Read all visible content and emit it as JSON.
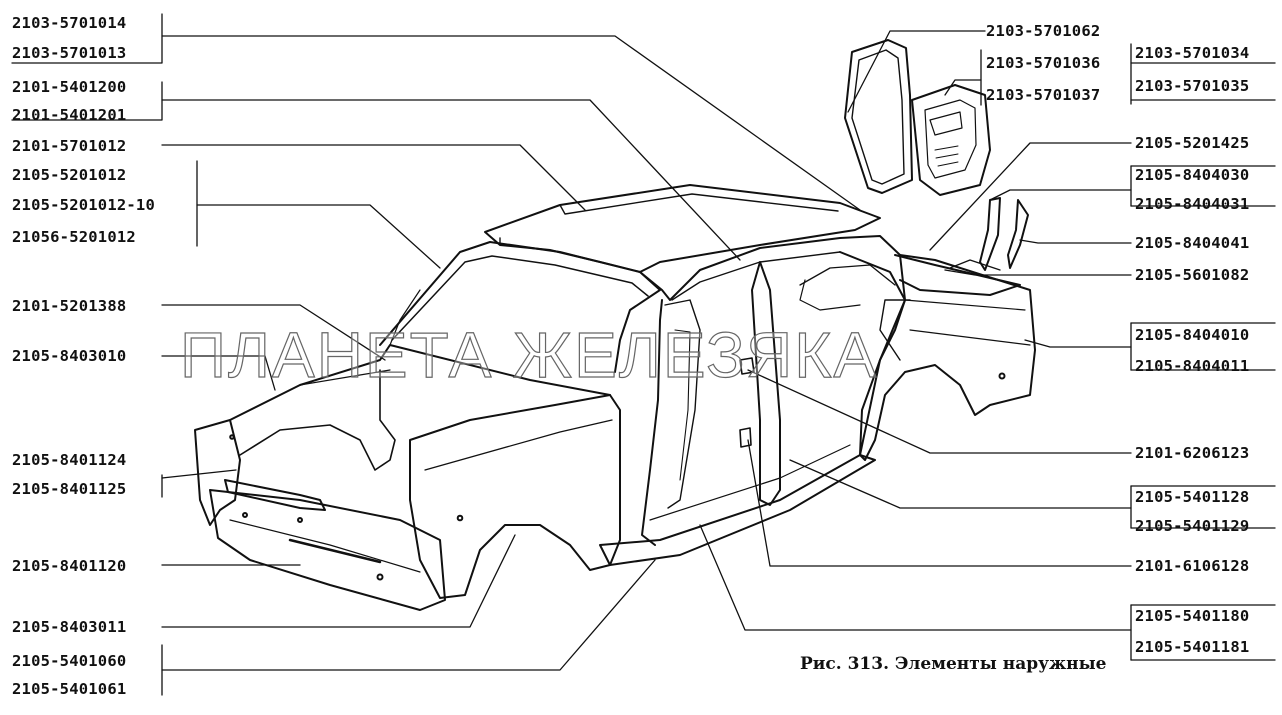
{
  "watermark": "ПЛАНЕТА ЖЕЛЕЗЯКА",
  "caption": "Рис. 313. Элементы наружные",
  "labels": {
    "l01": "2103-5701014",
    "l02": "2103-5701013",
    "l03": "2101-5401200",
    "l04": "2101-5401201",
    "l05": "2101-5701012",
    "l06": "2105-5201012",
    "l07": "2105-5201012-10",
    "l08": "21056-5201012",
    "l09": "2101-5201388",
    "l10": "2105-8403010",
    "l11": "2105-8401124",
    "l12": "2105-8401125",
    "l13": "2105-8401120",
    "l14": "2105-8403011",
    "l15": "2105-5401060",
    "l16": "2105-5401061",
    "r01": "2103-5701062",
    "r02": "2103-5701036",
    "r03": "2103-5701037",
    "r04": "2103-5701034",
    "r05": "2103-5701035",
    "r06": "2105-5201425",
    "r07": "2105-8404030",
    "r08": "2105-8404031",
    "r09": "2105-8404041",
    "r10": "2105-5601082",
    "r11": "2105-8404010",
    "r12": "2105-8404011",
    "r13": "2101-6206123",
    "r14": "2105-5401128",
    "r15": "2105-5401129",
    "r16": "2101-6106128",
    "r17": "2105-5401180",
    "r18": "2105-5401181"
  }
}
